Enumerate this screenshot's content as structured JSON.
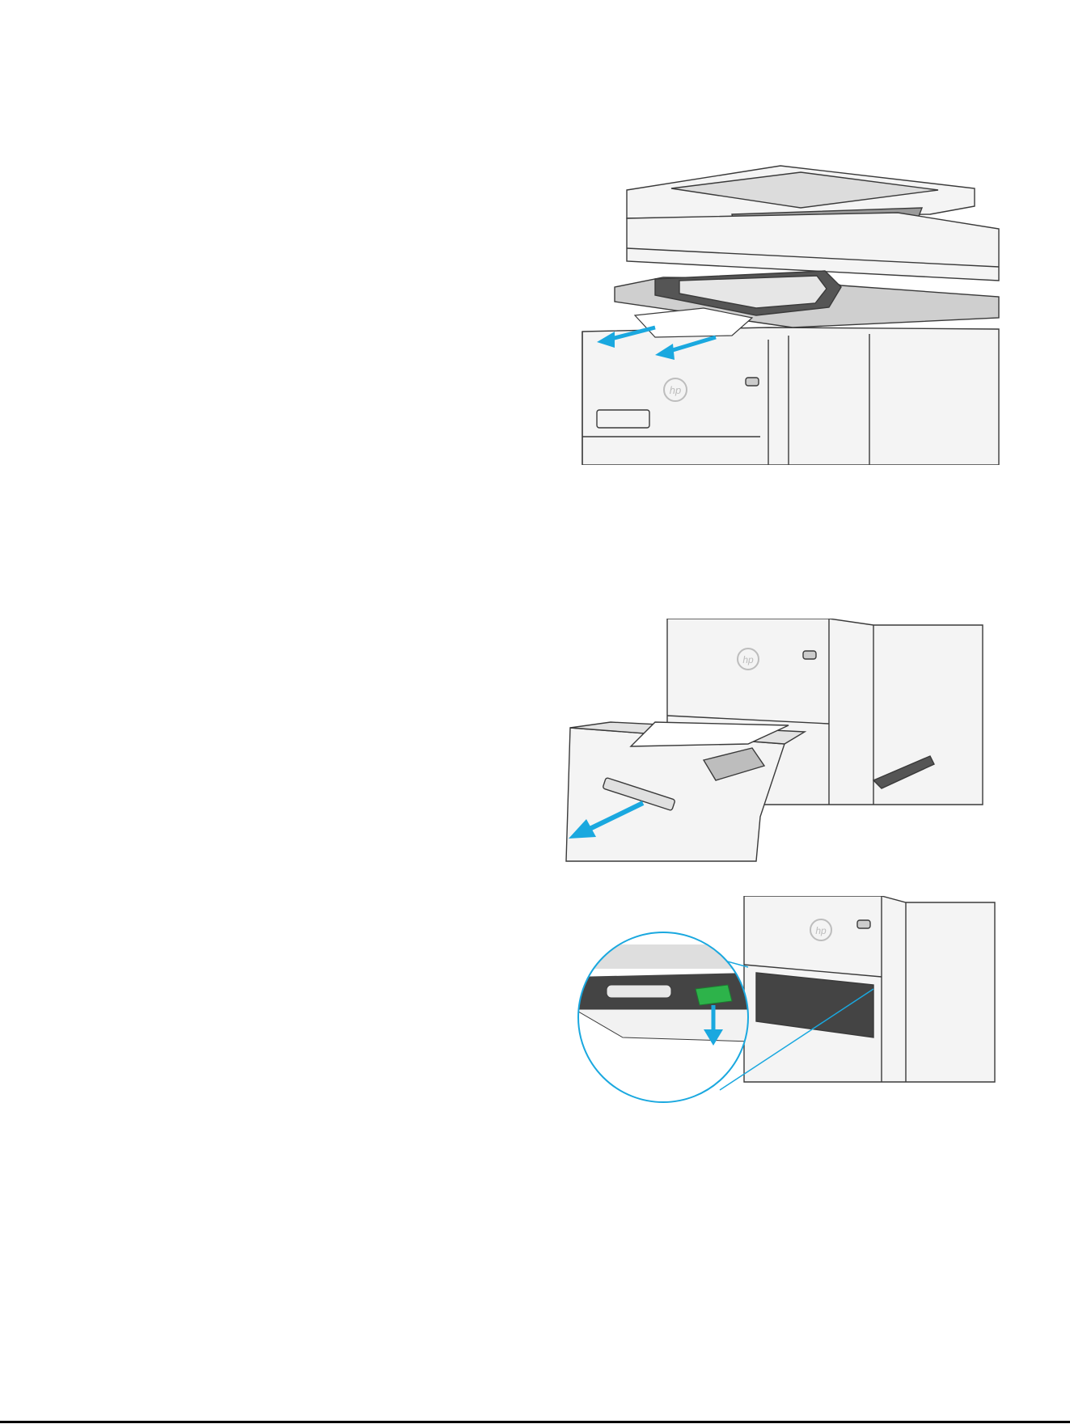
{
  "figures": [
    {
      "name": "printer-output-bin-jam",
      "icons": [
        "hp-logo-icon",
        "pull-arrow-icon"
      ]
    },
    {
      "name": "tray-open",
      "icons": [
        "hp-logo-icon",
        "pull-arrow-icon"
      ]
    },
    {
      "name": "jam-release-lever",
      "icons": [
        "hp-logo-icon",
        "down-arrow-icon"
      ]
    }
  ],
  "colors": {
    "arrow": "#1aa8df",
    "lever": "#2db34a",
    "outline": "#3a3a3a",
    "panel": "#f2f2f2",
    "shade": "#d8d8d8"
  }
}
